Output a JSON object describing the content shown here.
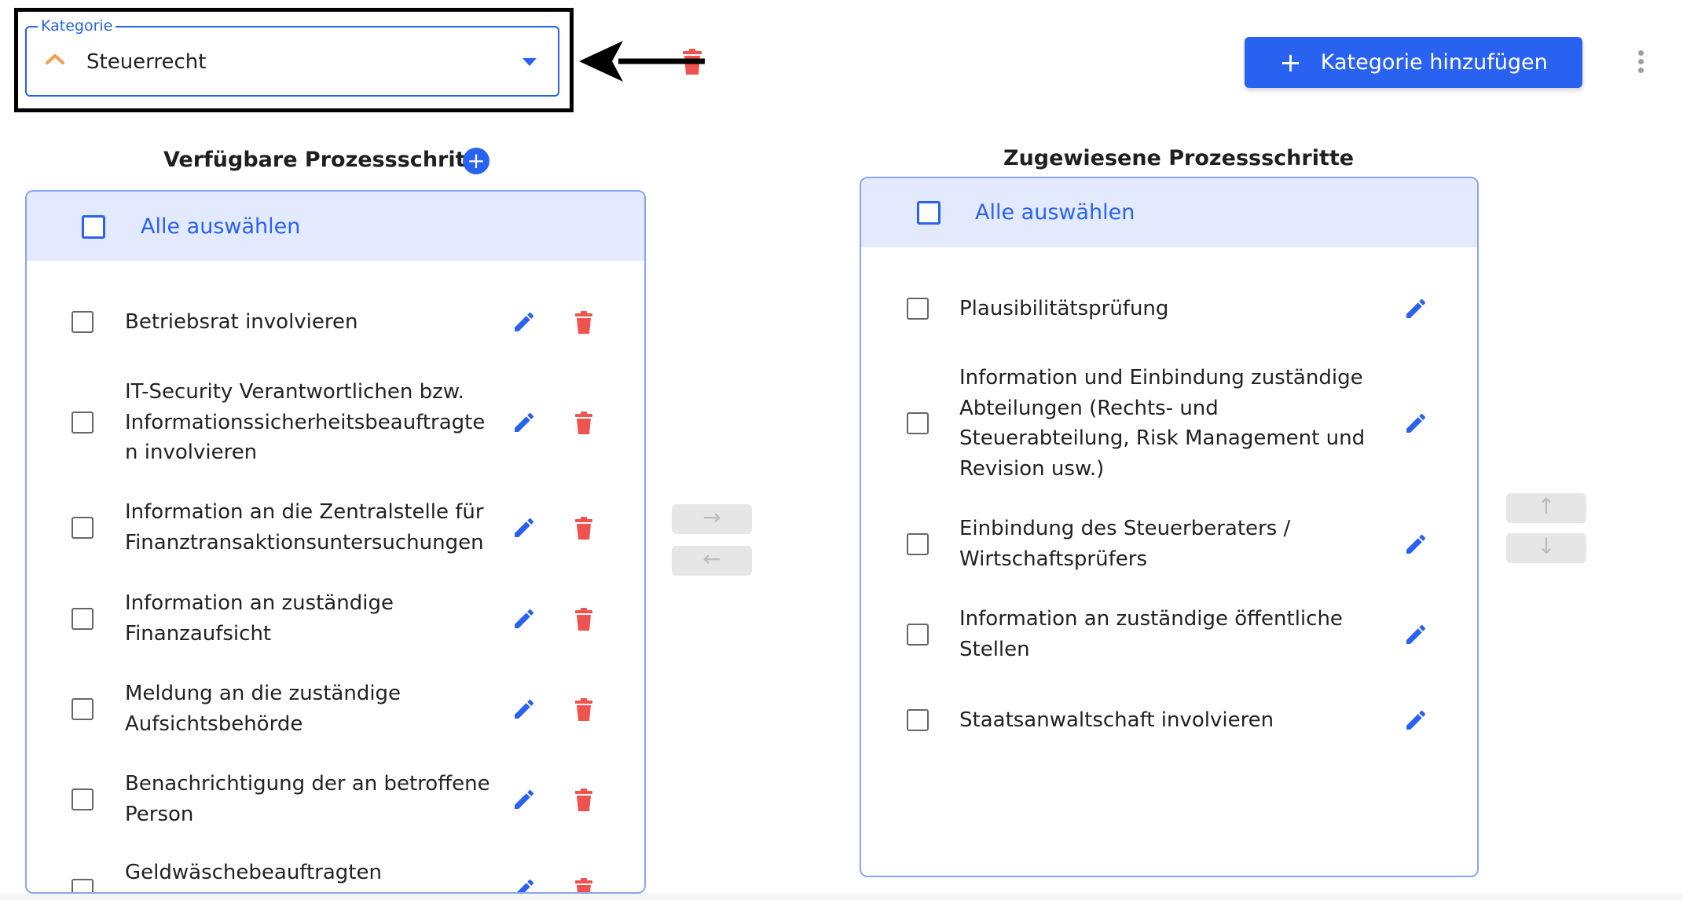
{
  "category": {
    "legend": "Kategorie",
    "value": "Steuerrecht"
  },
  "toolbar": {
    "add_category_label": "Kategorie hinzufügen",
    "add_category_plus": "+"
  },
  "available": {
    "heading": "Verfügbare Prozessschritte",
    "select_all": "Alle auswählen",
    "items": [
      {
        "label": "Betriebsrat involvieren"
      },
      {
        "label": "IT-Security Verantwortlichen bzw.\nInformationssicherheitsbeauftragte\nn involvieren"
      },
      {
        "label": "Information an die Zentralstelle für\nFinanztransaktionsuntersuchungen"
      },
      {
        "label": "Information an zuständige\nFinanzaufsicht"
      },
      {
        "label": "Meldung an die zuständige\nAufsichtsbehörde"
      },
      {
        "label": "Benachrichtigung der an betroffene\nPerson"
      },
      {
        "label": "Geldwäschebeauftragten"
      }
    ]
  },
  "assigned": {
    "heading": "Zugewiesene Prozessschritte",
    "select_all": "Alle auswählen",
    "items": [
      {
        "label": "Plausibilitätsprüfung"
      },
      {
        "label": "Information und Einbindung zuständige\nAbteilungen (Rechts- und\nSteuerabteilung, Risk Management und\nRevision usw.)"
      },
      {
        "label": "Einbindung des Steuerberaters /\nWirtschaftsprüfers"
      },
      {
        "label": "Information an zuständige öffentliche\nStellen"
      },
      {
        "label": "Staatsanwaltschaft involvieren"
      }
    ]
  },
  "transfer": {
    "move_right": "→",
    "move_left": "←",
    "move_up": "↑",
    "move_down": "↓"
  },
  "icons": {
    "edit": "pencil-icon",
    "delete": "trash-icon",
    "add": "plus-circle-icon",
    "more": "kebab-menu-icon"
  },
  "colors": {
    "primary": "#2962f0",
    "delete": "#ef5350",
    "accent_caret": "#f0a050",
    "header_bg": "#e4eafd"
  }
}
